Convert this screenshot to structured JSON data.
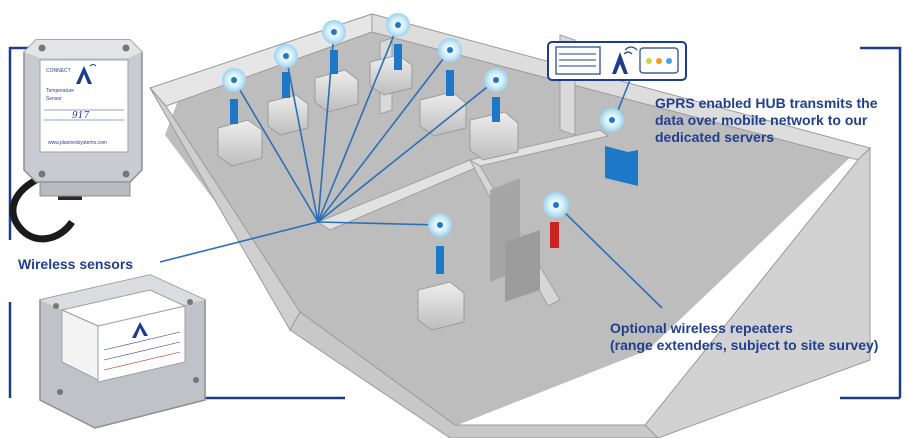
{
  "labels": {
    "gprs_hub": "GPRS enabled HUB transmits the\ndata over mobile network to our\ndedicated servers",
    "wireless_sensors": "Wireless sensors",
    "repeaters": "Optional wireless repeaters\n(range extenders, subject to site survey)"
  },
  "device_top": {
    "serial": "917",
    "company_line": "www.plannedsystems.com"
  },
  "colors": {
    "frame": "#1c3c8e",
    "link_line": "#2b6fb6",
    "sensor": "#1e78c8",
    "repeater": "#cc2222",
    "wall": "#d4d4d4",
    "floor": "#b9b9b9",
    "label": "#1f3f8f"
  },
  "icons": [
    "sensor-node-icon",
    "repeater-icon",
    "hub-icon",
    "signal-antenna-icon"
  ]
}
